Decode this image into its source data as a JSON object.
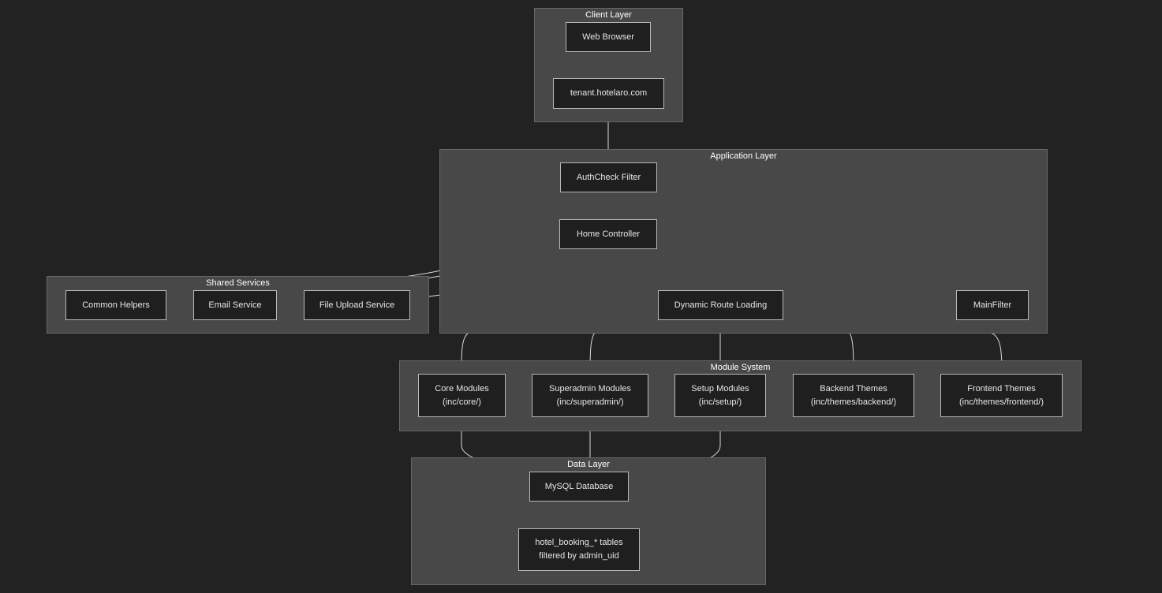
{
  "clusters": {
    "client": "Client Layer",
    "application": "Application Layer",
    "shared": "Shared Services",
    "modules": "Module System",
    "data": "Data Layer"
  },
  "nodes": {
    "web_browser": "Web Browser",
    "tenant_domain": "tenant.hotelaro.com",
    "authcheck": "AuthCheck Filter",
    "home_controller": "Home Controller",
    "dynamic_route": "Dynamic Route Loading",
    "main_filter": "MainFilter",
    "common_helpers": "Common Helpers",
    "email_service": "Email Service",
    "file_upload": "File Upload Service",
    "core_modules": {
      "line1": "Core Modules",
      "line2": "(inc/core/)"
    },
    "superadmin_modules": {
      "line1": "Superadmin Modules",
      "line2": "(inc/superadmin/)"
    },
    "setup_modules": {
      "line1": "Setup Modules",
      "line2": "(inc/setup/)"
    },
    "backend_themes": {
      "line1": "Backend Themes",
      "line2": "(inc/themes/backend/)"
    },
    "frontend_themes": {
      "line1": "Frontend Themes",
      "line2": "(inc/themes/frontend/)"
    },
    "mysql": "MySQL Database",
    "tables": {
      "line1": "hotel_booking_* tables",
      "line2": "filtered by admin_uid"
    }
  },
  "edges": [
    [
      "web_browser",
      "tenant_domain"
    ],
    [
      "tenant_domain",
      "authcheck"
    ],
    [
      "authcheck",
      "home_controller"
    ],
    [
      "home_controller",
      "dynamic_route"
    ],
    [
      "home_controller",
      "common_helpers"
    ],
    [
      "home_controller",
      "email_service"
    ],
    [
      "home_controller",
      "file_upload"
    ],
    [
      "dynamic_route",
      "core_modules"
    ],
    [
      "dynamic_route",
      "superadmin_modules"
    ],
    [
      "dynamic_route",
      "setup_modules"
    ],
    [
      "dynamic_route",
      "backend_themes"
    ],
    [
      "dynamic_route",
      "frontend_themes"
    ],
    [
      "core_modules",
      "mysql"
    ],
    [
      "superadmin_modules",
      "mysql"
    ],
    [
      "setup_modules",
      "mysql"
    ],
    [
      "mysql",
      "tables"
    ]
  ],
  "colors": {
    "background": "#222222",
    "cluster_fill": "#474847",
    "node_fill": "#1f1f1f",
    "node_border": "#b8b8b8",
    "edge": "#d9d9d9"
  }
}
